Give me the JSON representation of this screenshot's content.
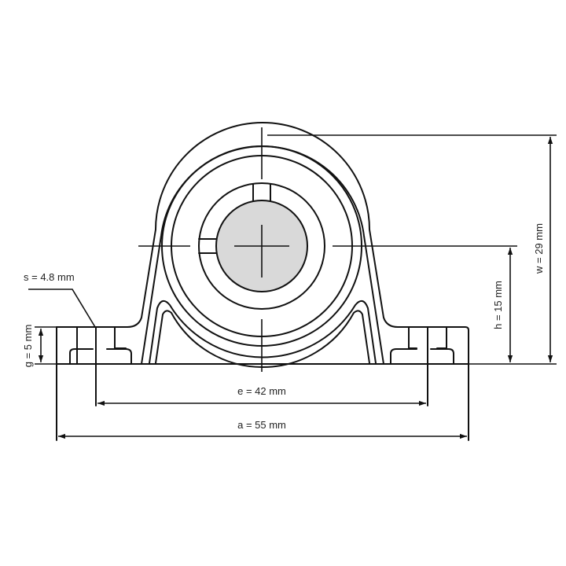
{
  "diagram": {
    "title": "Pillow block bearing dimension drawing",
    "shaft_fill": "#d9d9d9",
    "line_color": "#111111",
    "dimensions": {
      "s": {
        "label": "s = 4.8 mm",
        "name": "s",
        "value": 4.8,
        "unit": "mm"
      },
      "g": {
        "label": "g = 5 mm",
        "name": "g",
        "value": 5,
        "unit": "mm"
      },
      "h": {
        "label": "h = 15 mm",
        "name": "h",
        "value": 15,
        "unit": "mm"
      },
      "w": {
        "label": "w = 29 mm",
        "name": "w",
        "value": 29,
        "unit": "mm"
      },
      "e": {
        "label": "e = 42 mm",
        "name": "e",
        "value": 42,
        "unit": "mm"
      },
      "a": {
        "label": "a = 55 mm",
        "name": "a",
        "value": 55,
        "unit": "mm"
      }
    }
  }
}
